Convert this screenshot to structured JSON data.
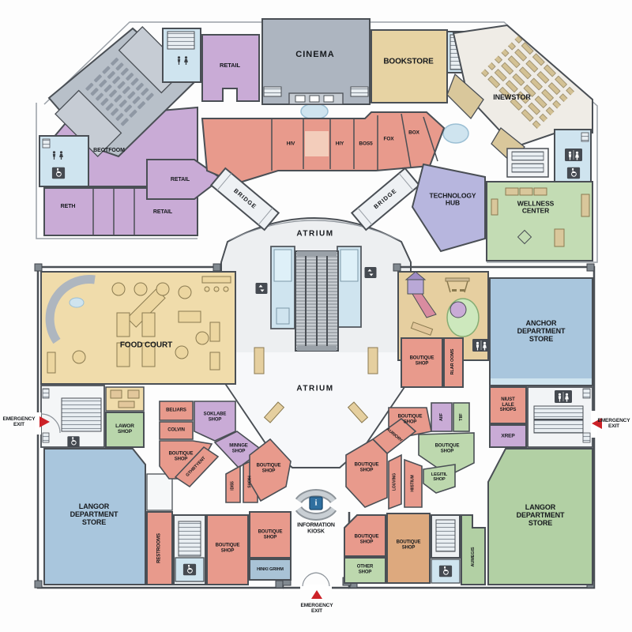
{
  "palette": {
    "wall": "#4a4f55",
    "retail_purple": "#c9abd6",
    "shop_salmon": "#e89a8c",
    "cinema_gray": "#adb5c0",
    "bookstore_tan": "#e7d3a3",
    "food_court_tan": "#f0dcab",
    "dept_blue": "#a9c6dd",
    "green": "#b2d0a4",
    "light_blue": "#cfe4ef",
    "tech_lavender": "#b7b6de",
    "orange": "#dda97e",
    "steel_blue": "#a9c3d6",
    "exit_red": "#cc2127",
    "atrium_gray": "#edeff1",
    "info_blue": "#2f6f9f"
  },
  "rooms": {
    "cinema": "CINEMA",
    "retail_top": "RETAIL",
    "bookstore": "BOOKSTORE",
    "inewstor": "INEWSTOR",
    "beotfoom": "BEOTFOOM",
    "reth": "RETH",
    "retail_mid": "RETAIL",
    "retail_low": "RETAIL",
    "hiv": "HIV",
    "hiy": "HIY",
    "bos5": "BOS5",
    "fox": "FOX",
    "box": "BOX",
    "bridge_left": "BRIDGE",
    "bridge_right": "BRIDGE",
    "technology_hub": "TECHNOLOGY\nHUB",
    "wellness_center": "WELLNESS\nCENTER",
    "atrium_upper": "ATRIUM",
    "atrium_lower": "ATRIUM",
    "food_court": "FOOD COURT",
    "lawor_shop": "LAWOR\nSHOP",
    "langor_left": "LANGOR\nDEPARTMENT\nSTORE",
    "restrooms_left": "RESTROOMS",
    "beliars": "BELIARS",
    "colvin": "COLVIN",
    "soklabe": "SOKLABE\nSHOP",
    "minnge": "MINNGE\nSHOP",
    "boutique_nw": "BOUTIQUE\nSHOP",
    "gthbtyent": "GTHBTYENT",
    "idi55": "IDI55",
    "shoih": "SHOIH",
    "boutique_ne": "BOUTIQUE\nSHOP",
    "boutique_r_top": "BOUTIQUE\nSHOP",
    "aiif": "AIIF",
    "tiif": "TIIF",
    "auriory": "AURIORY",
    "boutique_r_green": "BOUTIQUE\nSHOP",
    "boutique_r_w": "BOUTIQUE\nSHOP",
    "louving": "LOUVING",
    "hiistium": "HIISTIUM",
    "legitil": "LEGITIL\nSHOP",
    "anchor": "ANCHOR\nDEPARTMENT\nSTORE",
    "boutique_play": "BOUTIQUE\nSHOP",
    "rlar_ooms": "RLAR OOMS",
    "niust": "NIUST\nLALE\nSHOPS",
    "xrep": "XREP",
    "langor_right": "LANGOR\nDEPARTMENT\nSTORE",
    "boutique_b1": "BOUTIQUE\nSHOP",
    "boutique_b2": "BOUTIQUE\nSHOP",
    "hinki": "HINKI GRIHM",
    "boutique_b3": "BOUTIQUE\nSHOP",
    "other_shop": "OTHER\nSHOP",
    "boutique_b4": "BOUTIQUE\nSHOP",
    "aumegis": "AUMEGIS"
  },
  "kiosk": {
    "label": "INFORMATION\nKIOSK",
    "icon_letter": "i"
  },
  "exits": {
    "left": "EMERGENCY\nEXIT",
    "right": "EMERGENCY\nEXIT",
    "bottom": "EMERGENCY\nEXIT"
  }
}
